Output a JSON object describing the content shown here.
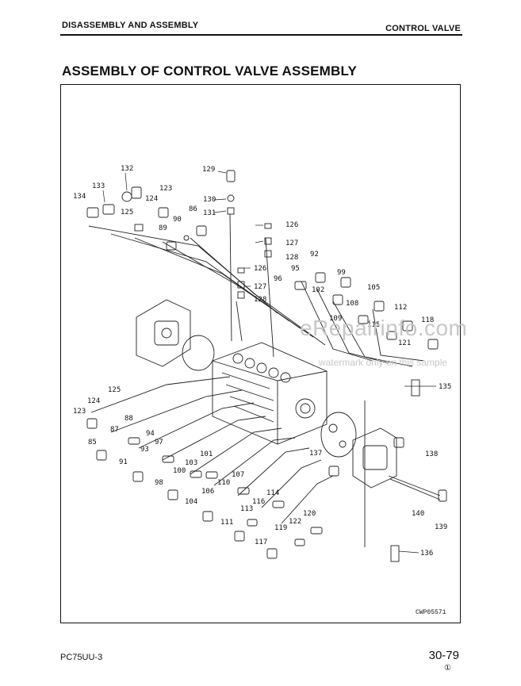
{
  "header": {
    "left": "DISASSEMBLY AND ASSEMBLY",
    "right": "CONTROL VALVE"
  },
  "title": "ASSEMBLY OF CONTROL VALVE ASSEMBLY",
  "figure": {
    "code": "CWP05571",
    "part_numbers": [
      "132",
      "133",
      "134",
      "123",
      "124",
      "125",
      "86",
      "89",
      "90",
      "129",
      "130",
      "131",
      "126",
      "127",
      "128",
      "126",
      "127",
      "128",
      "96",
      "95",
      "92",
      "99",
      "102",
      "108",
      "105",
      "109",
      "115",
      "112",
      "118",
      "121",
      "135",
      "125",
      "124",
      "123",
      "88",
      "87",
      "94",
      "85",
      "91",
      "93",
      "97",
      "103",
      "101",
      "100",
      "98",
      "106",
      "110",
      "107",
      "104",
      "113",
      "116",
      "114",
      "111",
      "119",
      "122",
      "120",
      "117",
      "137",
      "138",
      "140",
      "139",
      "136"
    ]
  },
  "watermark": {
    "main": "eRepairinfo.com",
    "sub": "watermark only on this sample"
  },
  "footer": {
    "model": "PC75UU-3",
    "page": "30-79",
    "revision": "①"
  }
}
